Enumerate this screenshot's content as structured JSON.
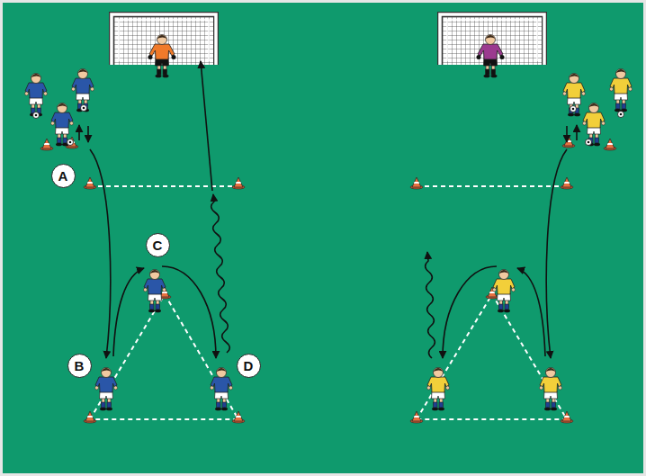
{
  "diagram": {
    "nodes": [
      {
        "text": [
          "A"
        ]
      },
      {
        "text": [
          "C"
        ]
      },
      {
        "text": [
          "B"
        ]
      },
      {
        "text": [
          "D"
        ]
      }
    ]
  }
}
